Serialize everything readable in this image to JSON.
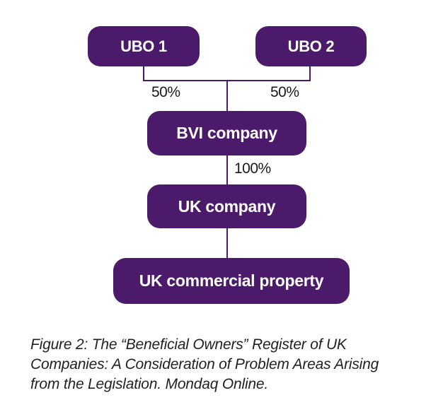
{
  "diagram": {
    "type": "org-ownership-flowchart",
    "nodes": {
      "ubo1": "UBO 1",
      "ubo2": "UBO 2",
      "bvi": "BVI company",
      "uk_company": "UK company",
      "uk_property": "UK commercial property"
    },
    "edges": [
      {
        "from": "ubo1",
        "to": "bvi",
        "label": "50%"
      },
      {
        "from": "ubo2",
        "to": "bvi",
        "label": "50%"
      },
      {
        "from": "bvi",
        "to": "uk_company",
        "label": "100%"
      },
      {
        "from": "uk_company",
        "to": "uk_property",
        "label": ""
      }
    ],
    "edge_labels": {
      "ubo1_share": "50%",
      "ubo2_share": "50%",
      "bvi_share": "100%"
    },
    "colors": {
      "node_fill": "#4C1A6B",
      "node_text": "#FFFFFF",
      "connector": "#4C1A6B",
      "label_text": "#1A1A1A",
      "caption_text": "#231F20",
      "background": "#FFFFFF"
    }
  },
  "caption": {
    "line1": "Figure 2: The “Beneficial Owners” Register of UK",
    "line2": "Companies: A Consideration of Problem Areas Arising",
    "line3": "from the Legislation. Mondaq Online.",
    "full_text": "Figure 2: The “Beneficial Owners” Register of UK Companies: A Consideration of Problem Areas Arising from the Legislation. Mondaq Online."
  }
}
